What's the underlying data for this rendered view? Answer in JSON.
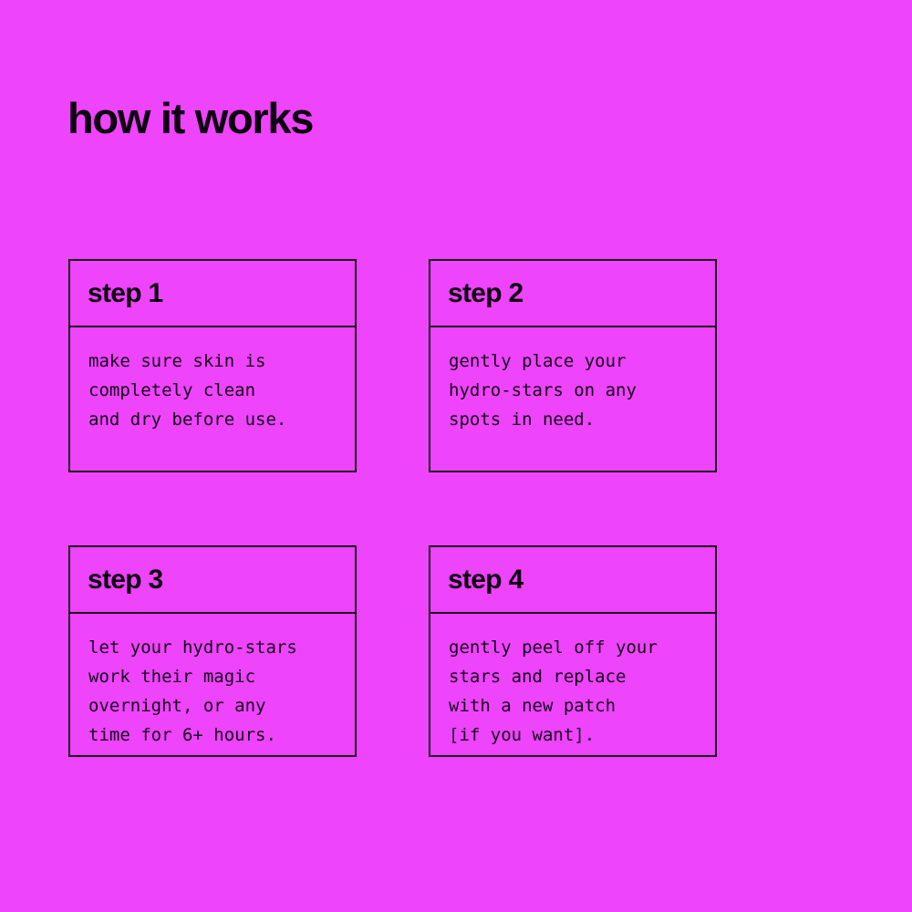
{
  "background_color": "#ee44fb",
  "ink_color": "#0d0210",
  "border_color": "#1a0a1a",
  "header": {
    "title": "how it works"
  },
  "steps": [
    {
      "label": "step 1",
      "text": "make sure skin is\ncompletely clean\nand dry before use."
    },
    {
      "label": "step 2",
      "text": "gently place your\nhydro-stars on any\nspots in need."
    },
    {
      "label": "step 3",
      "text": "let your hydro-stars\nwork their magic\novernight, or any\ntime for 6+ hours."
    },
    {
      "label": "step 4",
      "text": "gently peel off your\nstars and replace\nwith a new patch\n[if you want]."
    }
  ]
}
